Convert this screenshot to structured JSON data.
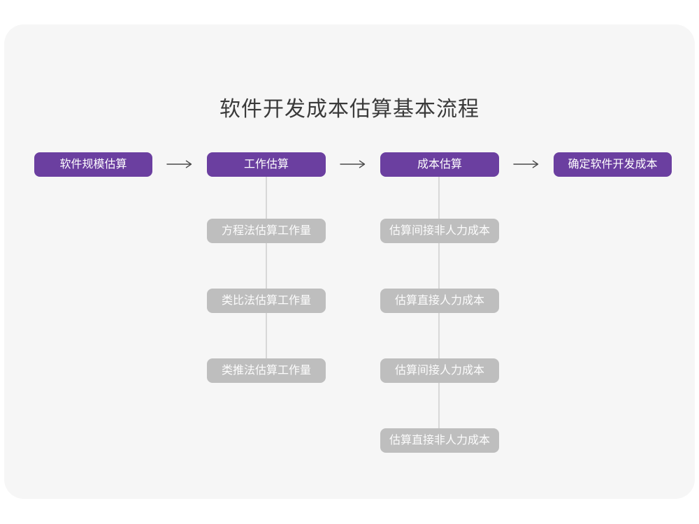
{
  "title": "软件开发成本估算基本流程",
  "colors": {
    "page_bg": "#FFFFFF",
    "card_bg": "#F6F6F6",
    "accent_purple": "#6B3FA0",
    "node_gray": "#BEBEBE",
    "connector_gray": "#D8D8D8",
    "arrow_gray": "#4A4A4A",
    "title_text": "#3A3A3A",
    "node_text": "#FCFCFC"
  },
  "icons": {
    "step_arrow": "⟶"
  },
  "flow": {
    "steps": [
      {
        "label": "软件规模估算",
        "substeps": []
      },
      {
        "label": "工作估算",
        "substeps": [
          "方程法估算工作量",
          "类比法估算工作量",
          "类推法估算工作量"
        ]
      },
      {
        "label": "成本估算",
        "substeps": [
          "估算间接非人力成本",
          "估算直接人力成本",
          "估算间接人力成本",
          "估算直接非人力成本"
        ]
      },
      {
        "label": "确定软件开发成本",
        "substeps": []
      }
    ]
  }
}
